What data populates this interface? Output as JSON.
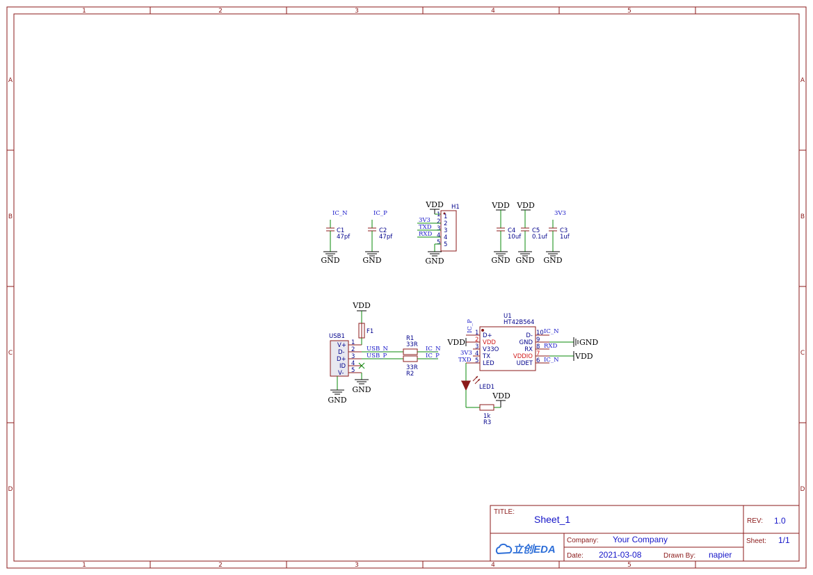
{
  "frame": {
    "columns": [
      "1",
      "2",
      "3",
      "4",
      "5"
    ],
    "rows": [
      "A",
      "B",
      "C",
      "D"
    ]
  },
  "title_block": {
    "title_label": "TITLE:",
    "title": "Sheet_1",
    "rev_label": "REV:",
    "rev": "1.0",
    "company_label": "Company:",
    "company": "Your Company",
    "sheet_label": "Sheet:",
    "sheet": "1/1",
    "date_label": "Date:",
    "date": "2021-03-08",
    "drawn_label": "Drawn By:",
    "drawn_by": "napier",
    "logo_text": "立创EDA"
  },
  "schematic": {
    "c1": {
      "net": "IC_N",
      "ref": "C1",
      "value": "47pf",
      "gnd": "GND"
    },
    "c2": {
      "net": "IC_P",
      "ref": "C2",
      "value": "47pf",
      "gnd": "GND"
    },
    "h1": {
      "ref": "H1",
      "vdd": "VDD",
      "gnd": "GND",
      "nets": [
        "3V3",
        "TXD",
        "RXD"
      ],
      "pins": [
        "1",
        "2",
        "3",
        "4",
        "5"
      ],
      "outer_pins": [
        "1",
        "2",
        "3",
        "4",
        "5"
      ]
    },
    "c4": {
      "power": "VDD",
      "ref": "C4",
      "value": "10uf",
      "gnd": "GND"
    },
    "c5": {
      "power": "VDD",
      "ref": "C5",
      "value": "0.1uf",
      "gnd": "GND"
    },
    "c3": {
      "power": "3V3",
      "ref": "C3",
      "value": "1uf",
      "gnd": "GND"
    },
    "f1": {
      "ref": "F1",
      "power": "VDD"
    },
    "usb1": {
      "ref": "USB1",
      "pins": [
        "V+",
        "D-",
        "D+",
        "ID",
        "V-"
      ],
      "pin_numbers": [
        "1",
        "2",
        "3",
        "4",
        "5"
      ],
      "gnd_left": "GND",
      "gnd_right": "GND"
    },
    "nets": {
      "usb_n": "USB_N",
      "usb_p": "USB_P",
      "ic_n": "IC_N",
      "ic_p": "IC_P"
    },
    "r1": {
      "ref": "R1",
      "value": "33R"
    },
    "r2": {
      "ref": "R2",
      "value": "33R"
    },
    "u1": {
      "ref": "U1",
      "value": "HT42B564",
      "left_pins": [
        {
          "num": "1",
          "name": "D+"
        },
        {
          "num": "2",
          "name": "VDD"
        },
        {
          "num": "3",
          "name": "V33O"
        },
        {
          "num": "4",
          "name": "TX"
        },
        {
          "num": "5",
          "name": "LED"
        }
      ],
      "right_pins": [
        {
          "num": "10",
          "name": "D-"
        },
        {
          "num": "9",
          "name": "GND"
        },
        {
          "num": "8",
          "name": "RX"
        },
        {
          "num": "7",
          "name": "VDDIO"
        },
        {
          "num": "6",
          "name": "UDET"
        }
      ],
      "net_ic_p": "IC_P",
      "vdd": "VDD",
      "net_3v3": "3V3",
      "net_txd": "TXD",
      "net_ic_n": "IC_N",
      "net_rxd": "RXD",
      "gnd": "GND",
      "vdd_right": "VDD"
    },
    "led1": {
      "ref": "LED1"
    },
    "r3": {
      "ref": "R3",
      "value": "1k",
      "power": "VDD"
    }
  },
  "colors": {
    "frame": "#8b1a1a",
    "wire": "#0a8a0a",
    "net_label": "#1515c8",
    "component_ref": "#00008b",
    "pin_red": "#d01818",
    "logo": "#2e6fd8"
  }
}
